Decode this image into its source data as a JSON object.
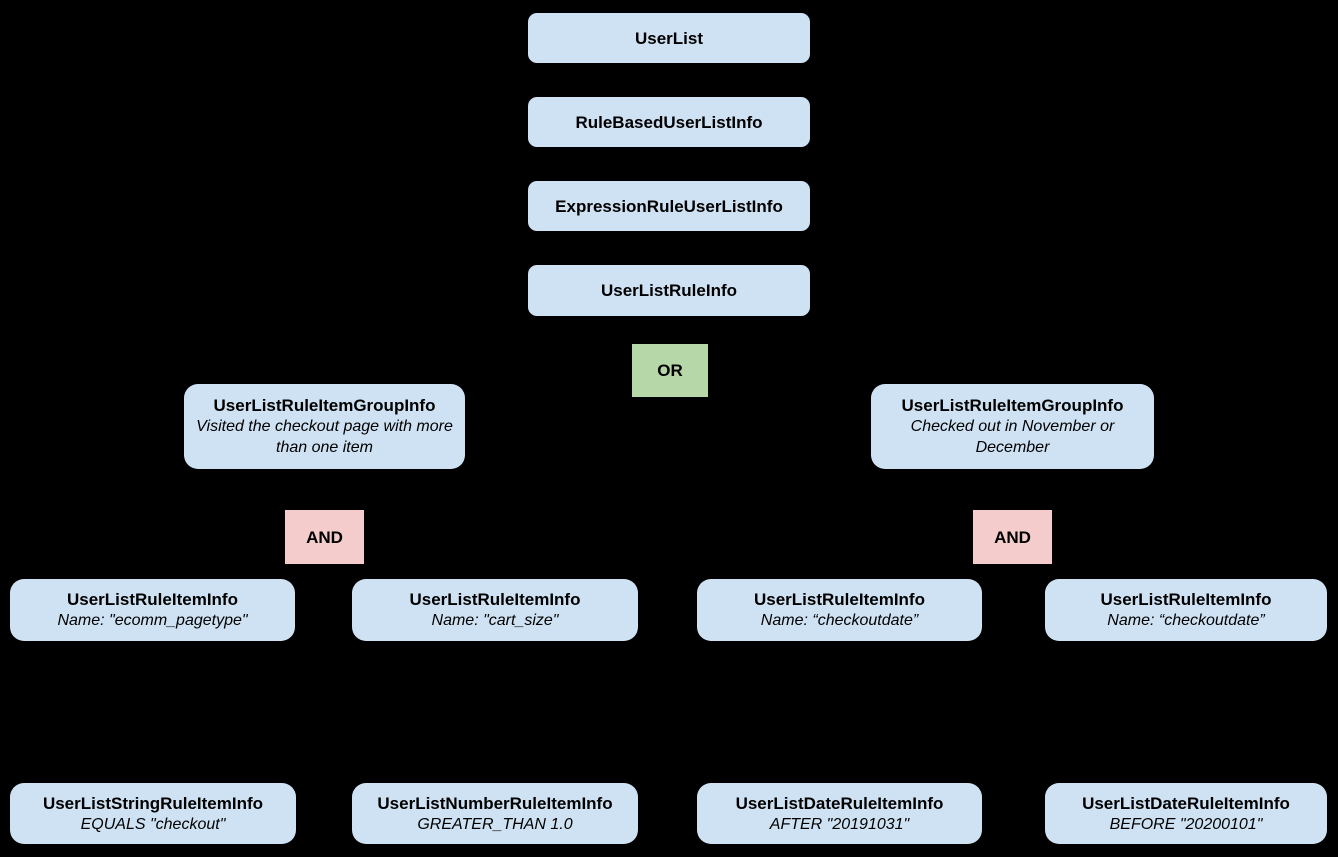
{
  "diagram": {
    "description": "UserList rule hierarchy tree diagram",
    "colors": {
      "background": "#000000",
      "class_box_fill": "#cfe2f3",
      "or_box_fill": "#b6d7a8",
      "and_box_fill": "#f4cccc",
      "text": "#000000",
      "connector": "#000000"
    },
    "nodes": [
      {
        "id": "userlist",
        "kind": "class",
        "title": "UserList"
      },
      {
        "id": "rule-based-userlist",
        "kind": "class",
        "title": "RuleBasedUserListInfo"
      },
      {
        "id": "expression-rule",
        "kind": "class",
        "title": "ExpressionRuleUserListInfo"
      },
      {
        "id": "userlist-rule-info",
        "kind": "class",
        "title": "UserListRuleInfo"
      },
      {
        "id": "or-operator",
        "kind": "operator",
        "title": "OR"
      },
      {
        "id": "group-left",
        "kind": "class",
        "title": "UserListRuleItemGroupInfo",
        "subtitle": "Visited the checkout page with more than one item"
      },
      {
        "id": "group-right",
        "kind": "class",
        "title": "UserListRuleItemGroupInfo",
        "subtitle": "Checked out in November or December"
      },
      {
        "id": "and-left",
        "kind": "operator",
        "title": "AND"
      },
      {
        "id": "and-right",
        "kind": "operator",
        "title": "AND"
      },
      {
        "id": "item-ecomm-pagetype",
        "kind": "class",
        "title": "UserListRuleItemInfo",
        "subtitle": "Name: \"ecomm_pagetype\""
      },
      {
        "id": "item-cart-size",
        "kind": "class",
        "title": "UserListRuleItemInfo",
        "subtitle": "Name: \"cart_size\""
      },
      {
        "id": "item-checkoutdate-1",
        "kind": "class",
        "title": "UserListRuleItemInfo",
        "subtitle": "Name: “checkoutdate”"
      },
      {
        "id": "item-checkoutdate-2",
        "kind": "class",
        "title": "UserListRuleItemInfo",
        "subtitle": "Name: “checkoutdate”"
      },
      {
        "id": "leaf-string-rule",
        "kind": "class",
        "title": "UserListStringRuleItemInfo",
        "subtitle": "EQUALS \"checkout\""
      },
      {
        "id": "leaf-number-rule",
        "kind": "class",
        "title": "UserListNumberRuleItemInfo",
        "subtitle": "GREATER_THAN 1.0"
      },
      {
        "id": "leaf-date-rule-after",
        "kind": "class",
        "title": "UserListDateRuleItemInfo",
        "subtitle": "AFTER \"20191031\""
      },
      {
        "id": "leaf-date-rule-before",
        "kind": "class",
        "title": "UserListDateRuleItemInfo",
        "subtitle": "BEFORE \"20200101\""
      }
    ]
  }
}
